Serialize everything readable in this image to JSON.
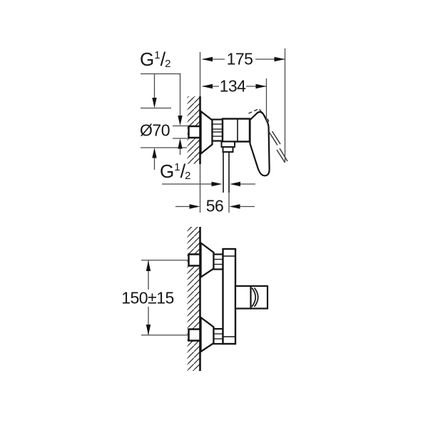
{
  "view_top": {
    "dims": {
      "total_projection": "175",
      "body_projection": "134",
      "escutcheon_diameter": "Ø70",
      "outlet_offset": "56"
    },
    "thread_top": {
      "base": "G",
      "num": "1",
      "slash": "/",
      "den": "2"
    },
    "thread_bottom": {
      "base": "G",
      "num": "1",
      "slash": "/",
      "den": "2"
    }
  },
  "view_front": {
    "dims": {
      "connection_spacing": "150±15"
    }
  }
}
